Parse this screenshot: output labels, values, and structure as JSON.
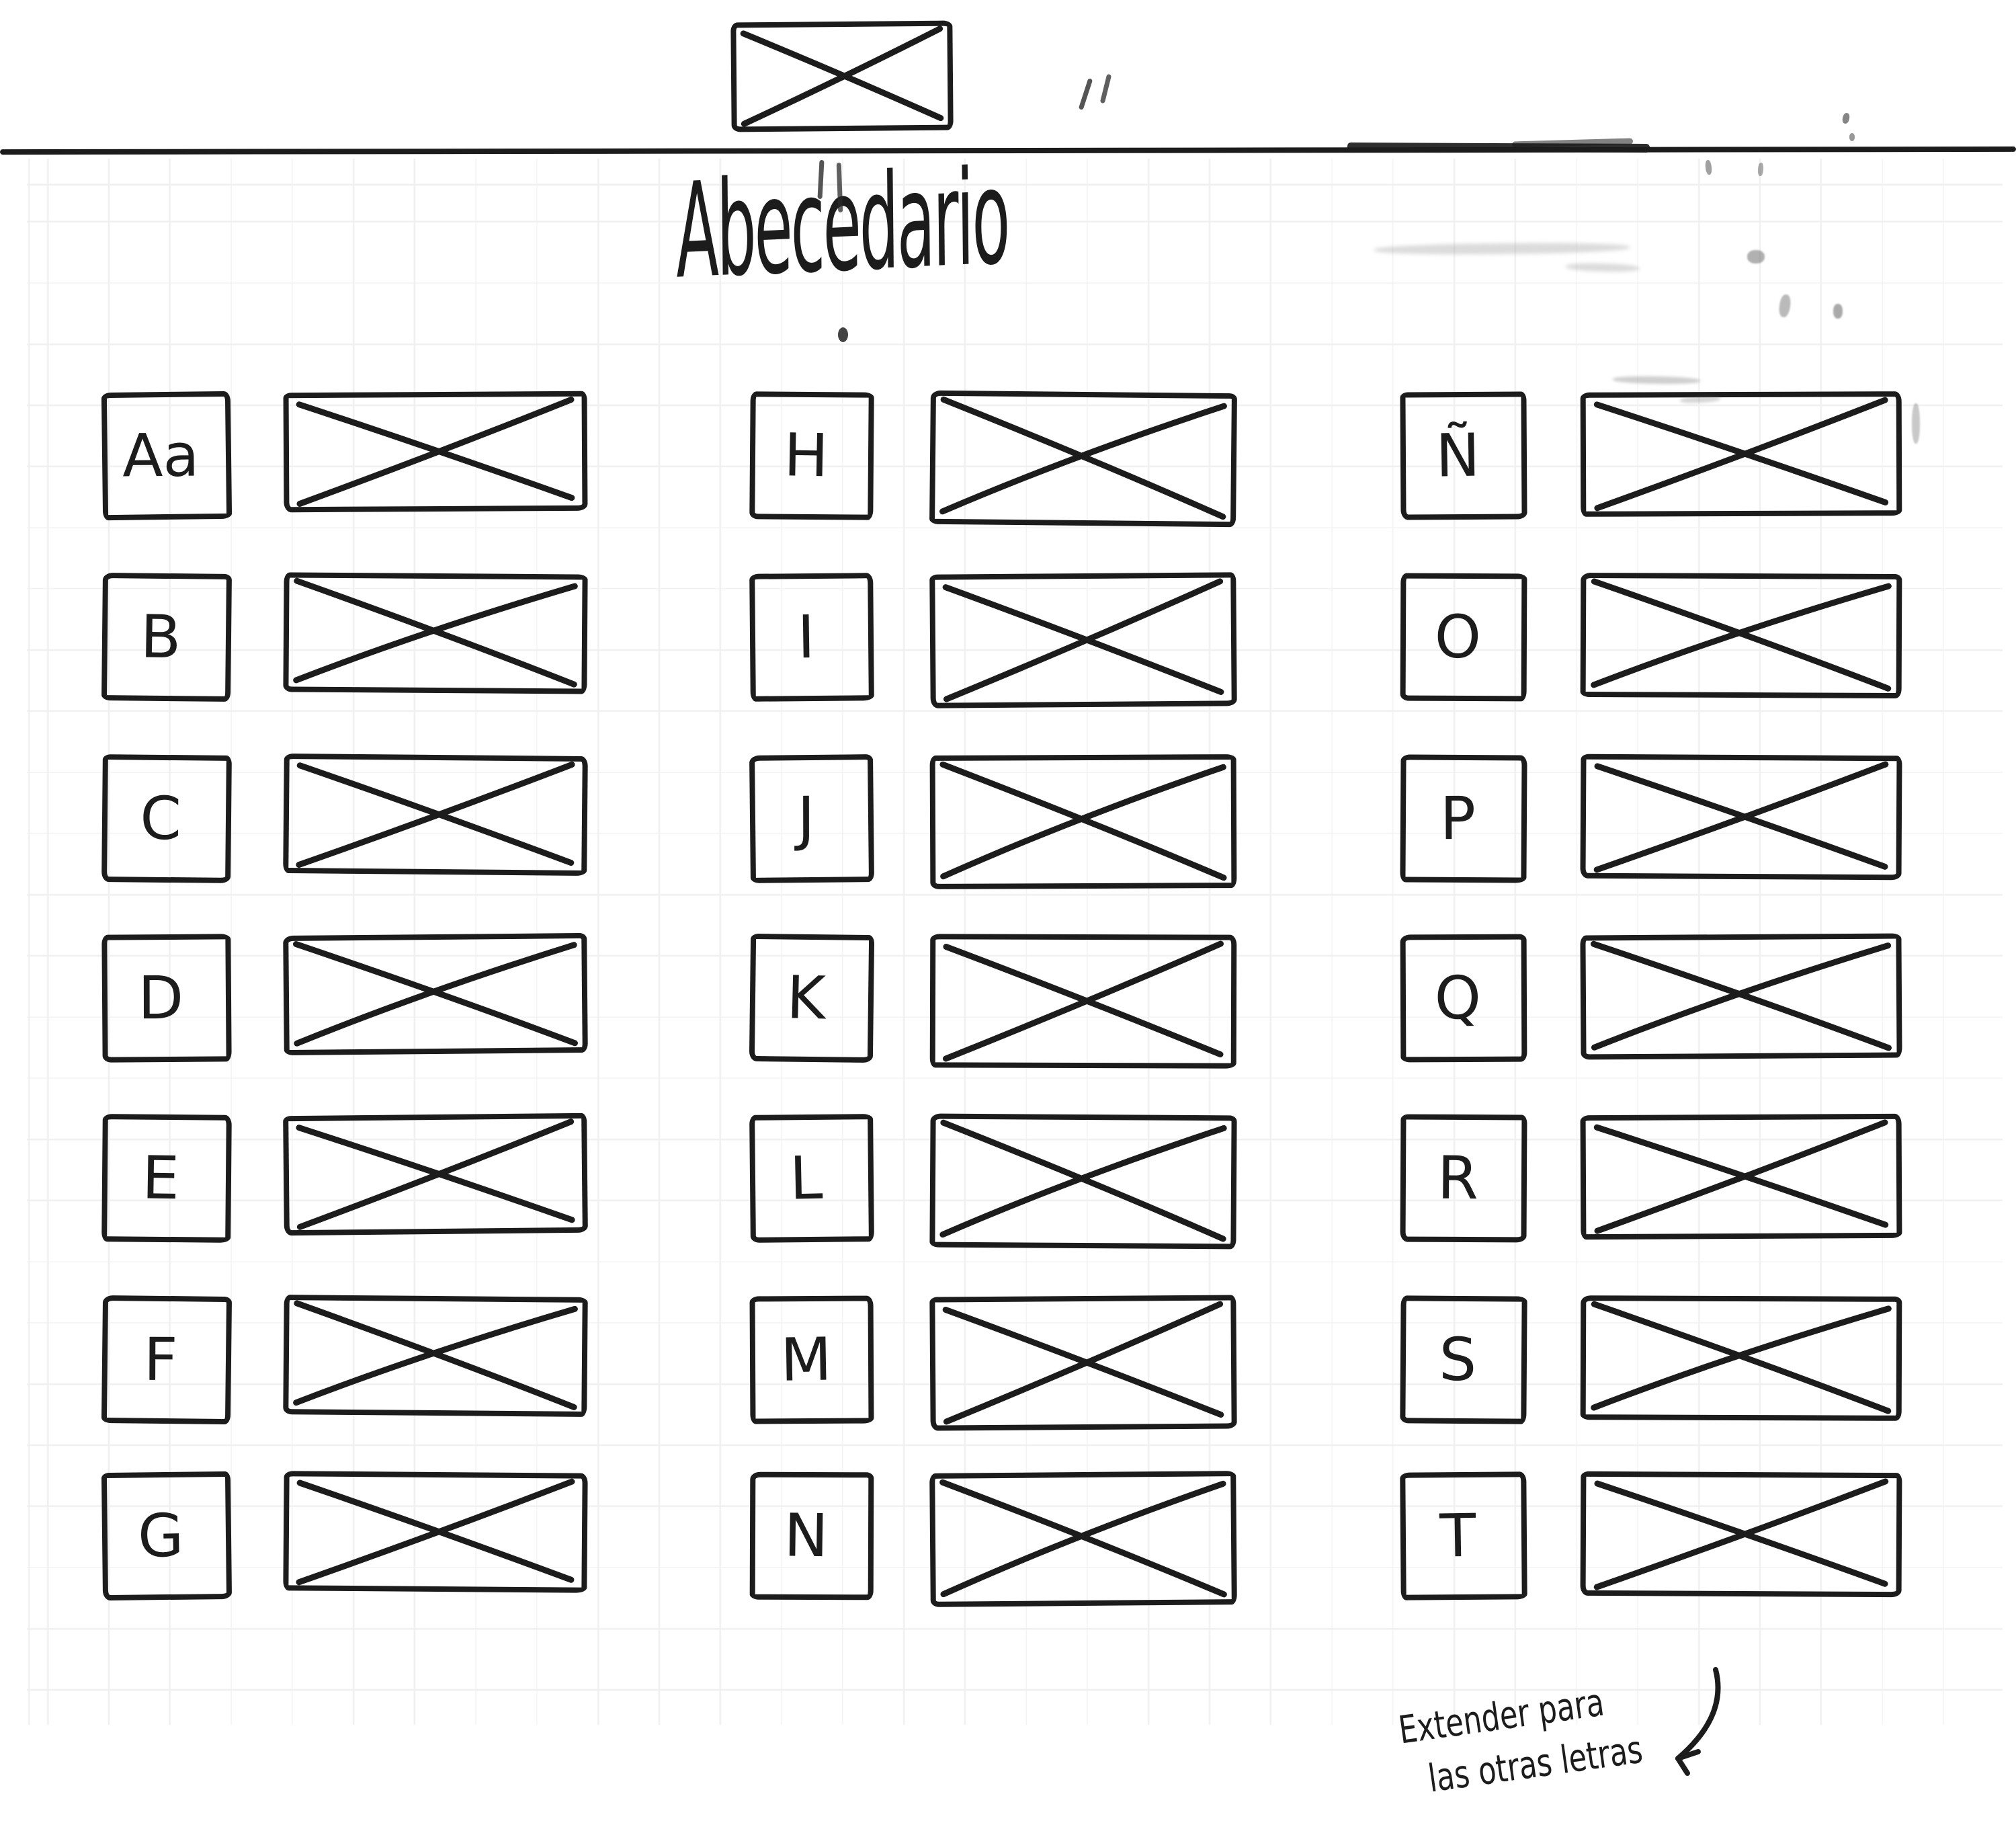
{
  "page": {
    "title": "Abecedario",
    "ink_color": "#1c1c1c",
    "paper_color": "#ffffff",
    "grid_color": "#ededed"
  },
  "header": {
    "banner_icon": "crossed-image-placeholder-icon"
  },
  "alphabet_rows": [
    [
      "Aa",
      "H",
      "Ñ"
    ],
    [
      "B",
      "I",
      "O"
    ],
    [
      "C",
      "J",
      "P"
    ],
    [
      "D",
      "K",
      "Q"
    ],
    [
      "E",
      "L",
      "R"
    ],
    [
      "F",
      "M",
      "S"
    ],
    [
      "G",
      "N",
      "T"
    ]
  ],
  "annotation": {
    "line1": "Extender para",
    "line2": "las otras letras",
    "arrow_icon": "curved-arrow-down-left-icon"
  }
}
